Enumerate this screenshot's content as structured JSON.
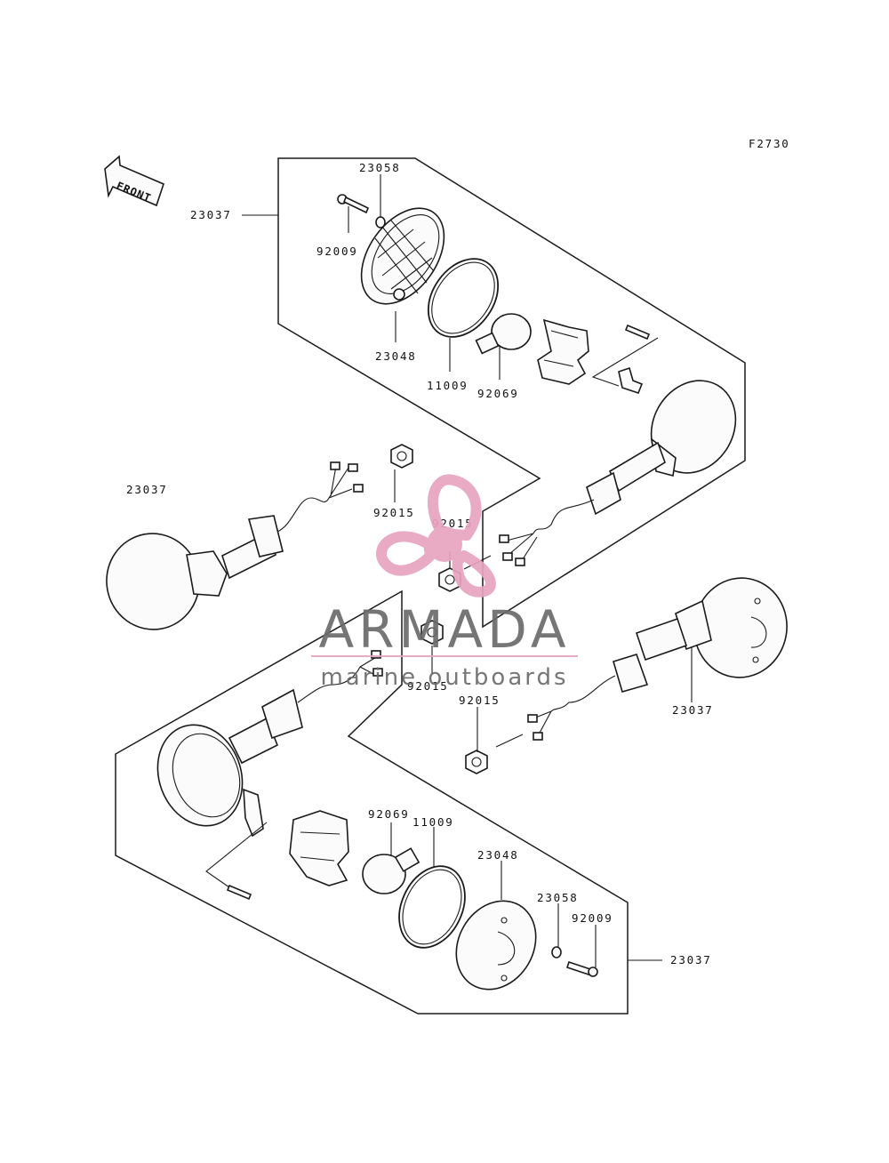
{
  "diagram": {
    "figure_code": "F2730",
    "front_arrow_label": "FRONT",
    "labels": {
      "top_assembly": "23037",
      "top_bracket_23058": "23058",
      "top_screw_92009": "92009",
      "top_lens_23048": "23048",
      "top_gasket_11009": "11009",
      "top_bulb_92069": "92069",
      "left_assembly": "23037",
      "left_nut_92015": "92015",
      "center_nut_92015": "92015",
      "lower_nut_92015": "92015",
      "right_nut_92015": "92015",
      "right_assembly": "23037",
      "bottom_bulb_92069": "92069",
      "bottom_gasket_11009": "11009",
      "bottom_lens_23048": "23048",
      "bottom_bracket_23058": "23058",
      "bottom_screw_92009": "92009",
      "bottom_assembly": "23037"
    }
  },
  "watermark": {
    "brand": "ARMADA",
    "tagline": "marine outboards",
    "brand_color": "#e8a3bf",
    "text_color": "#6b6b6b"
  }
}
